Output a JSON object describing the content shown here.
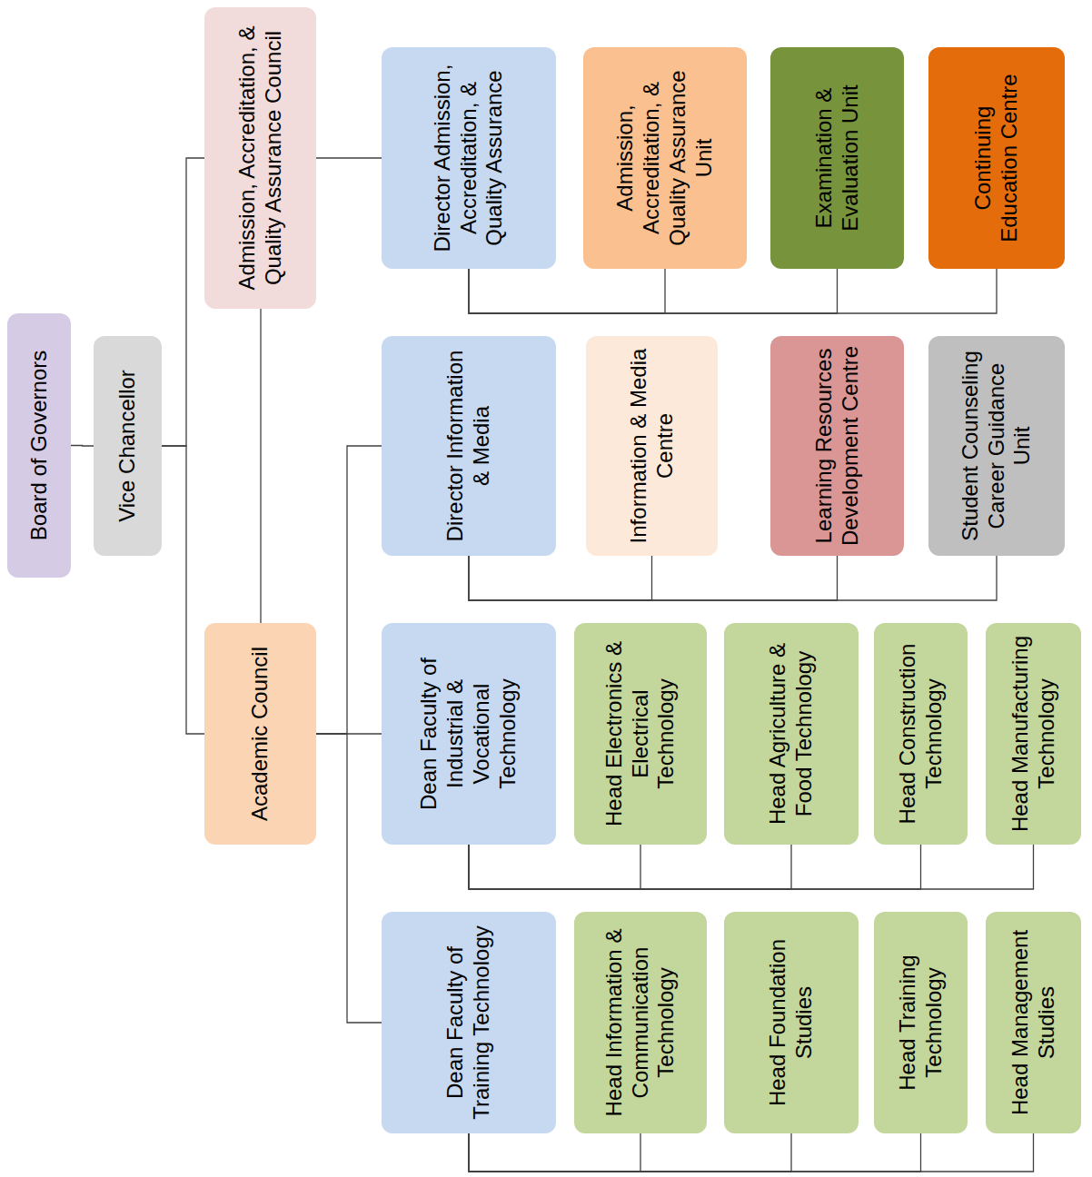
{
  "diagram": {
    "nodes": [
      {
        "text": [
          "Board of Governors"
        ]
      },
      {
        "text": [
          "Vice Chancellor"
        ]
      },
      {
        "text": [
          "Admission, Accreditation, & Quality Assurance Council"
        ]
      },
      {
        "text": [
          "Academic Council"
        ]
      },
      {
        "text": [
          "Director Admission, Accreditation, & Quality Assurance"
        ]
      },
      {
        "text": [
          "Admission, Accreditation, & Quality Assurance Unit"
        ]
      },
      {
        "text": [
          "Examination & Evaluation Unit"
        ]
      },
      {
        "text": [
          "Continuing Education Centre"
        ]
      },
      {
        "text": [
          "Director Information & Media"
        ]
      },
      {
        "text": [
          "Information & Media Centre"
        ]
      },
      {
        "text": [
          "Learning Resources Development Centre"
        ]
      },
      {
        "text": [
          "Student Counseling Career Guidance Unit"
        ]
      },
      {
        "text": [
          "Dean Faculty of Industrial & Vocational Technology"
        ]
      },
      {
        "text": [
          "Head Electronics & Electrical Technology"
        ]
      },
      {
        "text": [
          "Head Agriculture & Food Technology"
        ]
      },
      {
        "text": [
          "Head Construction Technology"
        ]
      },
      {
        "text": [
          "Head Manufacturing Technology"
        ]
      },
      {
        "text": [
          "Dean Faculty of Training Technology"
        ]
      },
      {
        "text": [
          "Head Information & Communication Technology"
        ]
      },
      {
        "text": [
          "Head Foundation Studies"
        ]
      },
      {
        "text": [
          "Head Training Technology"
        ]
      },
      {
        "text": [
          "Head Management Studies"
        ]
      }
    ],
    "edges": [
      {
        "from": 0,
        "to": 1,
        "arrow": "none"
      },
      {
        "from": 1,
        "to": 2,
        "arrow": "none"
      },
      {
        "from": 1,
        "to": 3,
        "arrow": "none"
      },
      {
        "from": 2,
        "to": 3,
        "arrow": "none"
      },
      {
        "from": 2,
        "to": 4,
        "arrow": "none"
      },
      {
        "from": 3,
        "to": 12,
        "arrow": "none"
      },
      {
        "from": 3,
        "to": 8,
        "arrow": "none"
      },
      {
        "from": 3,
        "to": 17,
        "arrow": "none"
      },
      {
        "from": 4,
        "to": 5,
        "arrow": "none"
      },
      {
        "from": 4,
        "to": 6,
        "arrow": "none"
      },
      {
        "from": 4,
        "to": 7,
        "arrow": "none"
      },
      {
        "from": 8,
        "to": 9,
        "arrow": "none"
      },
      {
        "from": 8,
        "to": 10,
        "arrow": "none"
      },
      {
        "from": 8,
        "to": 11,
        "arrow": "none"
      },
      {
        "from": 12,
        "to": 13,
        "arrow": "none"
      },
      {
        "from": 12,
        "to": 14,
        "arrow": "none"
      },
      {
        "from": 12,
        "to": 15,
        "arrow": "none"
      },
      {
        "from": 12,
        "to": 16,
        "arrow": "none"
      },
      {
        "from": 17,
        "to": 18,
        "arrow": "none"
      },
      {
        "from": 17,
        "to": 19,
        "arrow": "none"
      },
      {
        "from": 17,
        "to": 20,
        "arrow": "none"
      },
      {
        "from": 17,
        "to": 21,
        "arrow": "none"
      }
    ]
  }
}
